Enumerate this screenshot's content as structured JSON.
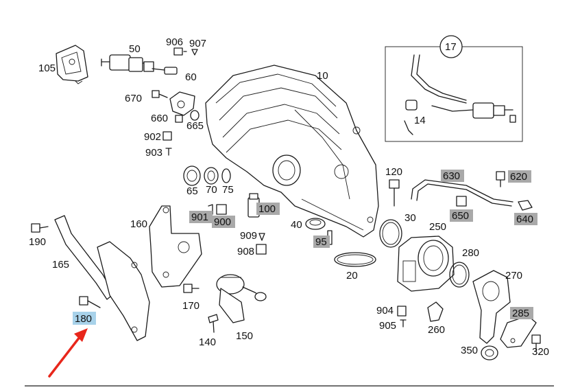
{
  "labels": {
    "l105": "105",
    "l50": "50",
    "l906": "906",
    "l907": "907",
    "l60": "60",
    "l10": "10",
    "l670": "670",
    "l660": "660",
    "l665": "665",
    "l902": "902",
    "l903": "903",
    "l65": "65",
    "l70": "70",
    "l75": "75",
    "l17": "17",
    "l14": "14",
    "l120": "120",
    "l630": "630",
    "l620": "620",
    "l650": "650",
    "l640": "640",
    "l30": "30",
    "l250": "250",
    "l901": "901",
    "l900": "900",
    "l100": "100",
    "l40": "40",
    "l95": "95",
    "l909": "909",
    "l908": "908",
    "l160": "160",
    "l190": "190",
    "l165": "165",
    "l180": "180",
    "l170": "170",
    "l140": "140",
    "l150": "150",
    "l20": "20",
    "l280": "280",
    "l270": "270",
    "l904": "904",
    "l905": "905",
    "l260": "260",
    "l285": "285",
    "l350": "350",
    "l320": "320"
  },
  "colors": {
    "highlight_gray": "#a9a9a9",
    "highlight_blue": "#a8d2ea",
    "arrow_red": "#e8261b",
    "line": "#1a1a1a"
  }
}
